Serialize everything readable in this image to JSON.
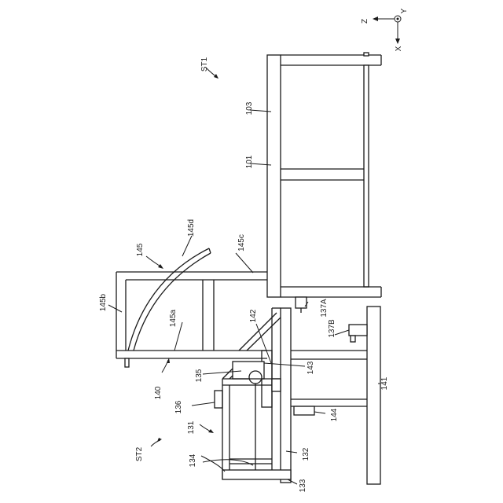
{
  "axes": {
    "z": "Z",
    "y": "Y",
    "x": "X"
  },
  "labels": {
    "st1": "ST1",
    "st2": "ST2",
    "l101": "101",
    "l103": "103",
    "l131": "131",
    "l132": "132",
    "l133": "133",
    "l134": "134",
    "l135": "135",
    "l136": "136",
    "l137A": "137A",
    "l137B": "137B",
    "l140": "140",
    "l141": "141",
    "l142": "142",
    "l143": "143",
    "l144": "144",
    "l145": "145",
    "l145a": "145a",
    "l145b": "145b",
    "l145c": "145c",
    "l145d": "145d"
  }
}
